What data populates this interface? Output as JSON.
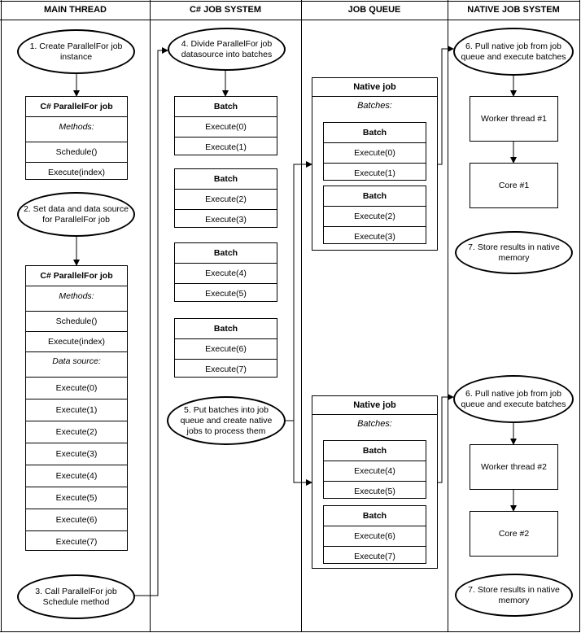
{
  "lanes": {
    "main": "MAIN THREAD",
    "csharp": "C# JOB SYSTEM",
    "queue": "JOB QUEUE",
    "native": "NATIVE JOB SYSTEM"
  },
  "main_thread": {
    "step1": "1. Create ParallelFor job instance",
    "job_box_a": {
      "title": "C# ParallelFor job",
      "methods_label": "Methods:",
      "schedule": "Schedule()",
      "execute_index": "Execute(index)"
    },
    "step2": "2. Set data and data source for ParallelFor job",
    "job_box_b": {
      "title": "C# ParallelFor job",
      "methods_label": "Methods:",
      "schedule": "Schedule()",
      "execute_index": "Execute(index)",
      "data_source_label": "Data source:",
      "executes": [
        "Execute(0)",
        "Execute(1)",
        "Execute(2)",
        "Execute(3)",
        "Execute(4)",
        "Execute(5)",
        "Execute(6)",
        "Execute(7)"
      ]
    },
    "step3": "3. Call ParallelFor job Schedule method"
  },
  "csharp_job_system": {
    "step4": "4. Divide ParallelFor job datasource into batches",
    "batches": [
      {
        "title": "Batch",
        "items": [
          "Execute(0)",
          "Execute(1)"
        ]
      },
      {
        "title": "Batch",
        "items": [
          "Execute(2)",
          "Execute(3)"
        ]
      },
      {
        "title": "Batch",
        "items": [
          "Execute(4)",
          "Execute(5)"
        ]
      },
      {
        "title": "Batch",
        "items": [
          "Execute(6)",
          "Execute(7)"
        ]
      }
    ],
    "step5": "5. Put batches into job queue and create native jobs to process them"
  },
  "job_queue": {
    "native_jobs": [
      {
        "title": "Native job",
        "batches_label": "Batches:",
        "batches": [
          {
            "title": "Batch",
            "items": [
              "Execute(0)",
              "Execute(1)"
            ]
          },
          {
            "title": "Batch",
            "items": [
              "Execute(2)",
              "Execute(3)"
            ]
          }
        ]
      },
      {
        "title": "Native job",
        "batches_label": "Batches:",
        "batches": [
          {
            "title": "Batch",
            "items": [
              "Execute(4)",
              "Execute(5)"
            ]
          },
          {
            "title": "Batch",
            "items": [
              "Execute(6)",
              "Execute(7)"
            ]
          }
        ]
      }
    ]
  },
  "native_job_system": {
    "group1": {
      "step6": "6. Pull native job from job queue and execute batches",
      "worker": "Worker thread #1",
      "core": "Core #1",
      "step7": "7. Store results in native memory"
    },
    "group2": {
      "step6": "6. Pull native job from job queue and execute batches",
      "worker": "Worker thread #2",
      "core": "Core #2",
      "step7": "7. Store results in native memory"
    }
  }
}
